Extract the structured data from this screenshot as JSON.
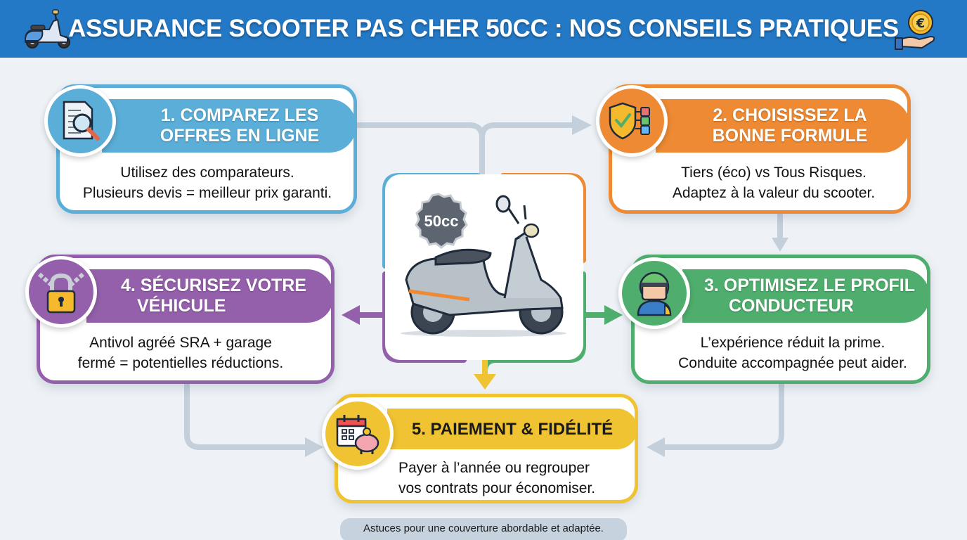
{
  "header": {
    "title": "ASSURANCE SCOOTER PAS CHER 50CC : NOS CONSEILS PRATIQUES",
    "left_icon": "scooter-icon",
    "right_icon": "euro-coin-hand-icon"
  },
  "colors": {
    "header_bg": "#2479c6",
    "step1": "#5aaed8",
    "step2": "#ee8a33",
    "step3": "#4fae6e",
    "step4": "#9460ab",
    "step5": "#f0c332",
    "connector": "#c3cfda"
  },
  "center": {
    "badge": "50cc",
    "icon": "scooter-illustration"
  },
  "steps": [
    {
      "number": "1",
      "title_line1": "1. COMPAREZ LES",
      "title_line2": "OFFRES EN LIGNE",
      "desc_line1": "Utilisez des comparateurs.",
      "desc_line2": "Plusieurs devis = meilleur prix garanti.",
      "icon": "document-magnifier-icon"
    },
    {
      "number": "2",
      "title_line1": "2. CHOISISSEZ LA",
      "title_line2": "BONNE FORMULE",
      "desc_line1": "Tiers (éco) vs Tous Risques.",
      "desc_line2": "Adaptez à la valeur du scooter.",
      "icon": "shield-checklist-icon"
    },
    {
      "number": "3",
      "title_line1": "3. OPTIMISEZ LE PROFIL",
      "title_line2": "CONDUCTEUR",
      "desc_line1": "L’expérience réduit la prime.",
      "desc_line2": "Conduite accompagnée peut aider.",
      "icon": "helmet-driver-icon"
    },
    {
      "number": "4",
      "title_line1": "4. SÉCURISEZ VOTRE",
      "title_line2": "VÉHICULE",
      "desc_line1": "Antivol agréé SRA + garage",
      "desc_line2": "fermé = potentielles réductions.",
      "icon": "padlock-chain-icon"
    },
    {
      "number": "5",
      "title_line1": "5. PAIEMENT & FIDÉLITÉ",
      "title_line2": "",
      "desc_line1": "Payer à l’année ou regrouper",
      "desc_line2": "vos contrats pour économiser.",
      "icon": "calendar-piggybank-icon"
    }
  ],
  "footer": {
    "text": "Astuces pour une couverture abordable et adaptée."
  }
}
